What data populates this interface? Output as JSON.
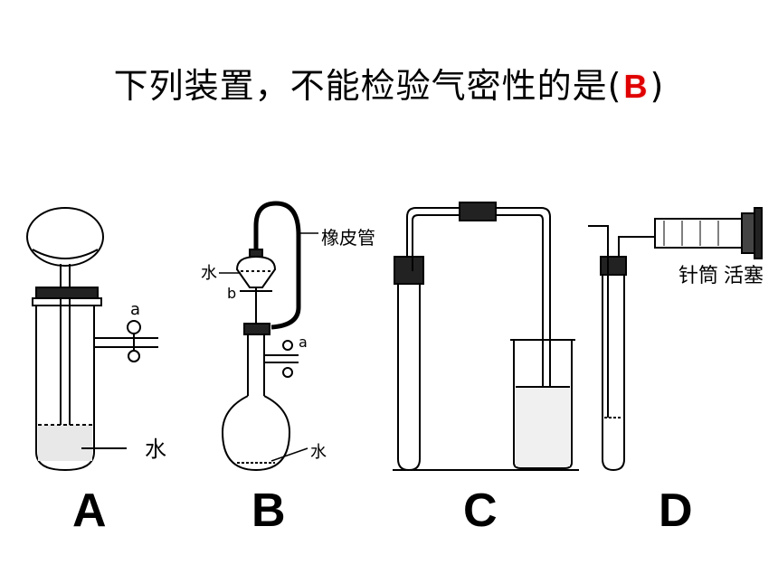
{
  "question": {
    "text": "下列装置，不能检验气密性的是(",
    "answer": "B",
    "close": ")"
  },
  "options": [
    "A",
    "B",
    "C",
    "D"
  ],
  "annotations": {
    "water": "水",
    "rubber_tube": "橡皮管",
    "syringe": "针筒",
    "piston": "活塞",
    "clip_a": "a",
    "tap_b": "b"
  },
  "colors": {
    "answer": "#e00000",
    "ink": "#000000"
  }
}
